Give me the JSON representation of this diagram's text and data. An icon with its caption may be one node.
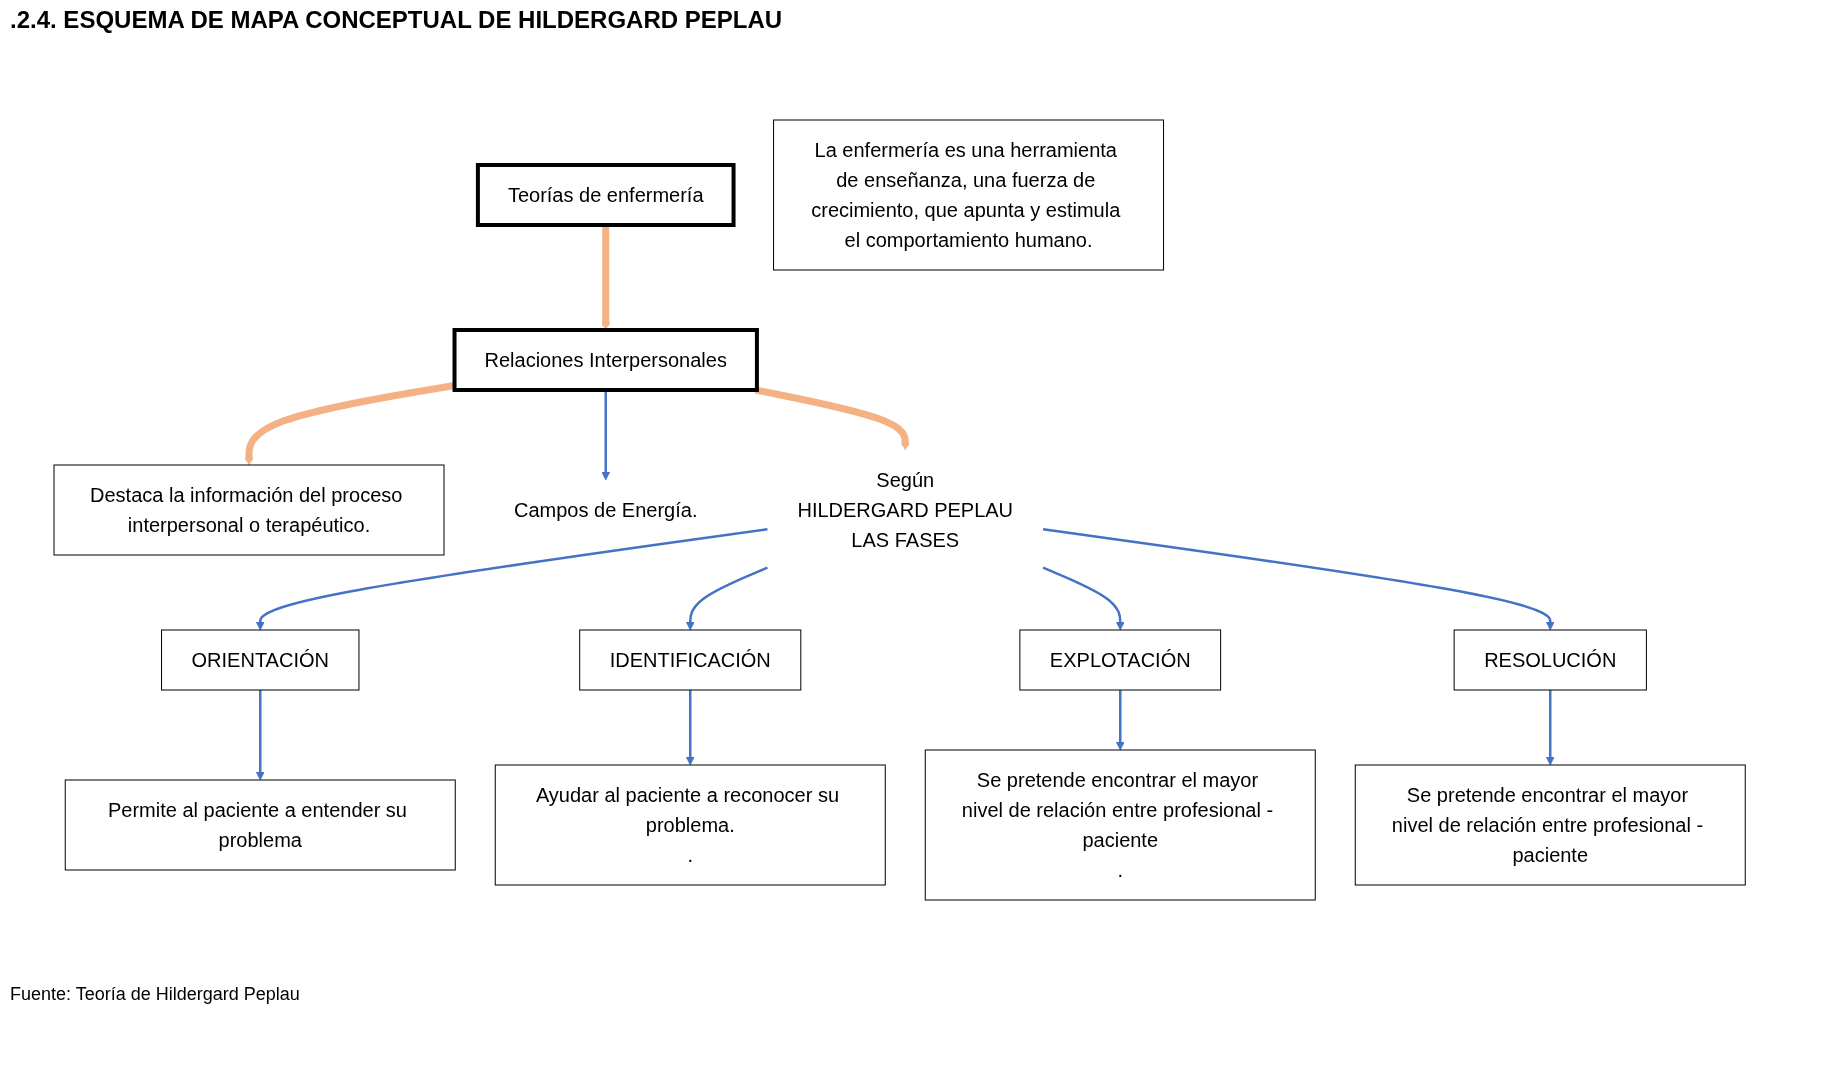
{
  "diagram": {
    "title": ".2.4. ESQUEMA DE MAPA CONCEPTUAL DE HILDERGARD PEPLAU",
    "caption": "Fuente: Teoría de Hildergard Peplau",
    "nodes": [
      {
        "text": [
          "Teorías de enfermería"
        ]
      },
      {
        "text": [
          "Relaciones Interpersonales"
        ]
      },
      {
        "text": [
          "Destaca la información del proceso interpersonal o terapéutico."
        ]
      },
      {
        "text": [
          "Campos de Energía."
        ]
      },
      {
        "text": [
          "Según",
          "HILDERGARD PEPLAU",
          "LAS FASES"
        ]
      },
      {
        "text": [
          "ORIENTACIÓN"
        ]
      },
      {
        "text": [
          "IDENTIFICACIÓN"
        ]
      },
      {
        "text": [
          "EXPLOTACIÓN"
        ]
      },
      {
        "text": [
          "RESOLUCIÓN"
        ]
      },
      {
        "text": [
          "Permite al paciente a entender su problema"
        ]
      },
      {
        "text": [
          "Ayudar al paciente a reconocer su problema.",
          "."
        ]
      },
      {
        "text": [
          "Se pretende encontrar el mayor nivel de relación entre profesional - paciente",
          "."
        ]
      },
      {
        "text": [
          "Se pretende encontrar el mayor nivel de relación entre profesional - paciente"
        ]
      },
      {
        "text": [
          "La enfermería es una herramienta de enseñanza, una fuerza de crecimiento, que apunta y estimula el comportamiento humano."
        ]
      }
    ],
    "edges": [
      {
        "from": 0,
        "to": 1,
        "arrow": "to",
        "style": "thick",
        "color": "#f4b183"
      },
      {
        "from": 1,
        "to": 2,
        "arrow": "to",
        "style": "thick",
        "color": "#f4b183"
      },
      {
        "from": 1,
        "to": 3,
        "arrow": "to"
      },
      {
        "from": 1,
        "to": 4,
        "arrow": "to",
        "style": "thick",
        "color": "#f4b183"
      },
      {
        "from": 4,
        "to": 5,
        "arrow": "to"
      },
      {
        "from": 4,
        "to": 6,
        "arrow": "to"
      },
      {
        "from": 4,
        "to": 7,
        "arrow": "to"
      },
      {
        "from": 4,
        "to": 8,
        "arrow": "to"
      },
      {
        "from": 5,
        "to": 9,
        "arrow": "to"
      },
      {
        "from": 6,
        "to": 10,
        "arrow": "to"
      },
      {
        "from": 7,
        "to": 11,
        "arrow": "to"
      },
      {
        "from": 8,
        "to": 12,
        "arrow": "to"
      }
    ]
  }
}
